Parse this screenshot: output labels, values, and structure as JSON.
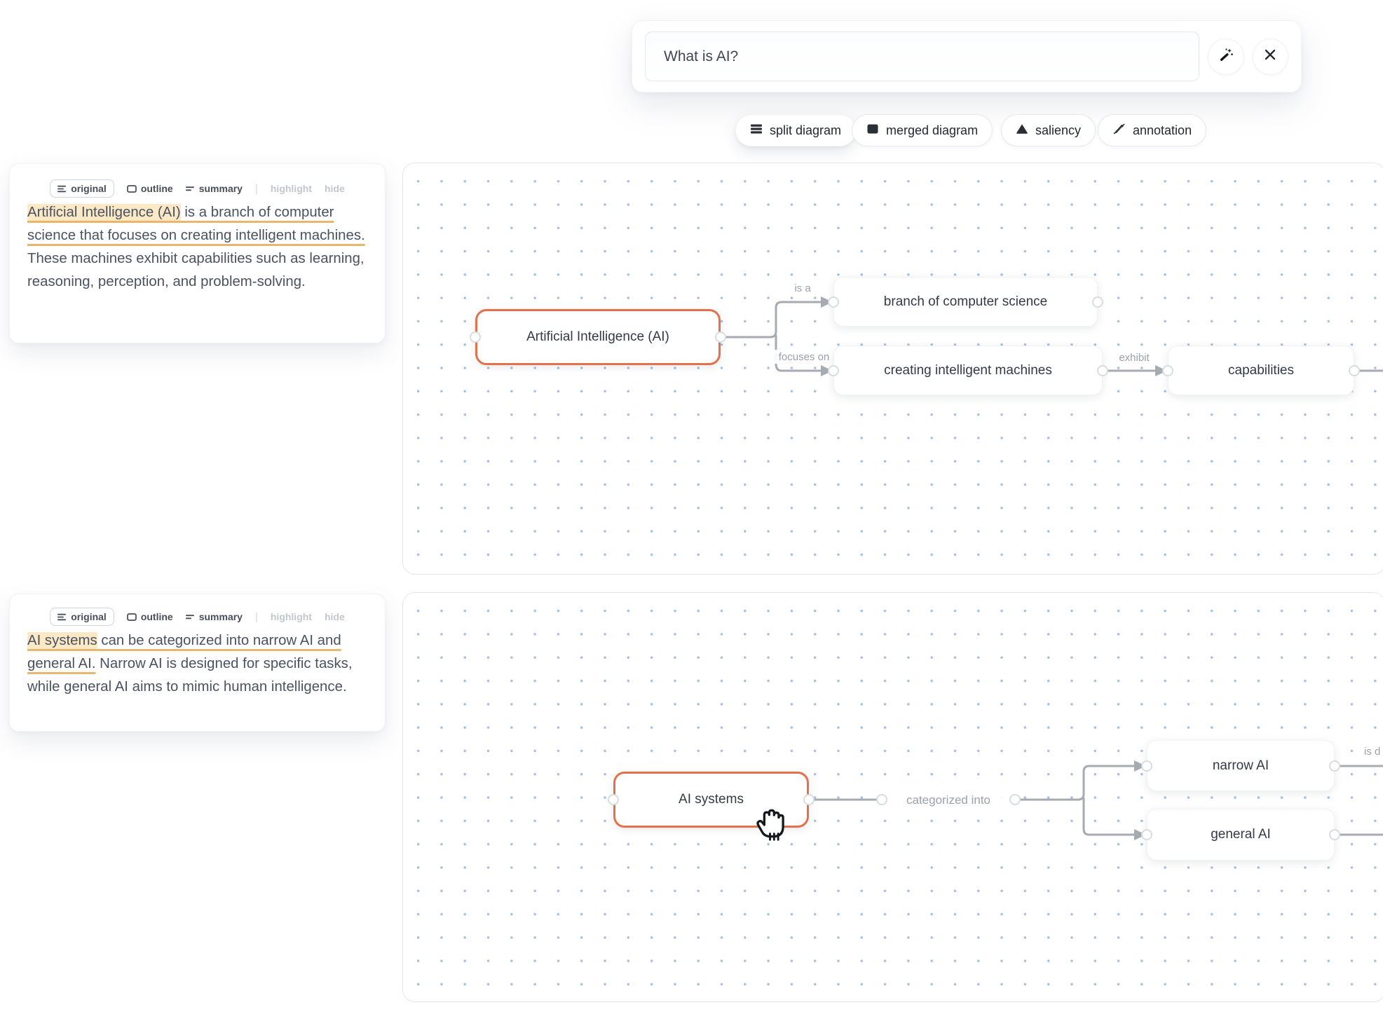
{
  "query": {
    "text": "What is AI?"
  },
  "chips": [
    {
      "label": "split diagram"
    },
    {
      "label": "merged diagram"
    },
    {
      "label": "saliency"
    },
    {
      "label": "annotation"
    }
  ],
  "tabs": {
    "original": "original",
    "outline": "outline",
    "summary": "summary",
    "separator": "|",
    "highlight": "highlight",
    "hide": "hide"
  },
  "panels": [
    {
      "highlight": "Artificial Intelligence (AI)",
      "underlined": " is a branch of computer science that focuses on creating intelligent machines.",
      "plain": " These machines exhibit capabilities such as learning, reasoning, perception, and problem-solving."
    },
    {
      "highlight": "AI systems",
      "underlined": " can be categorized into narrow AI and general AI.",
      "plain": " Narrow AI is designed for specific tasks, while general AI aims to mimic human intelligence."
    }
  ],
  "diagram1": {
    "source": "Artificial Intelligence (AI)",
    "branch": "branch of computer science",
    "creating": "creating intelligent machines",
    "capabilities": "capabilities",
    "edge_is_a": "is a",
    "edge_focuses_on": "focuses on",
    "edge_exhibit": "exhibit"
  },
  "diagram2": {
    "source": "AI systems",
    "narrow": "narrow AI",
    "general": "general AI",
    "edge_categorized": "categorized into",
    "edge_clipped": "is d"
  },
  "colors": {
    "accent_orange": "#e2714c",
    "highlight_bg": "#fbe8c5",
    "underline_orange": "#e9b66d",
    "edge_gray": "#a6abb2",
    "dot_blue": "#a6bee6"
  }
}
